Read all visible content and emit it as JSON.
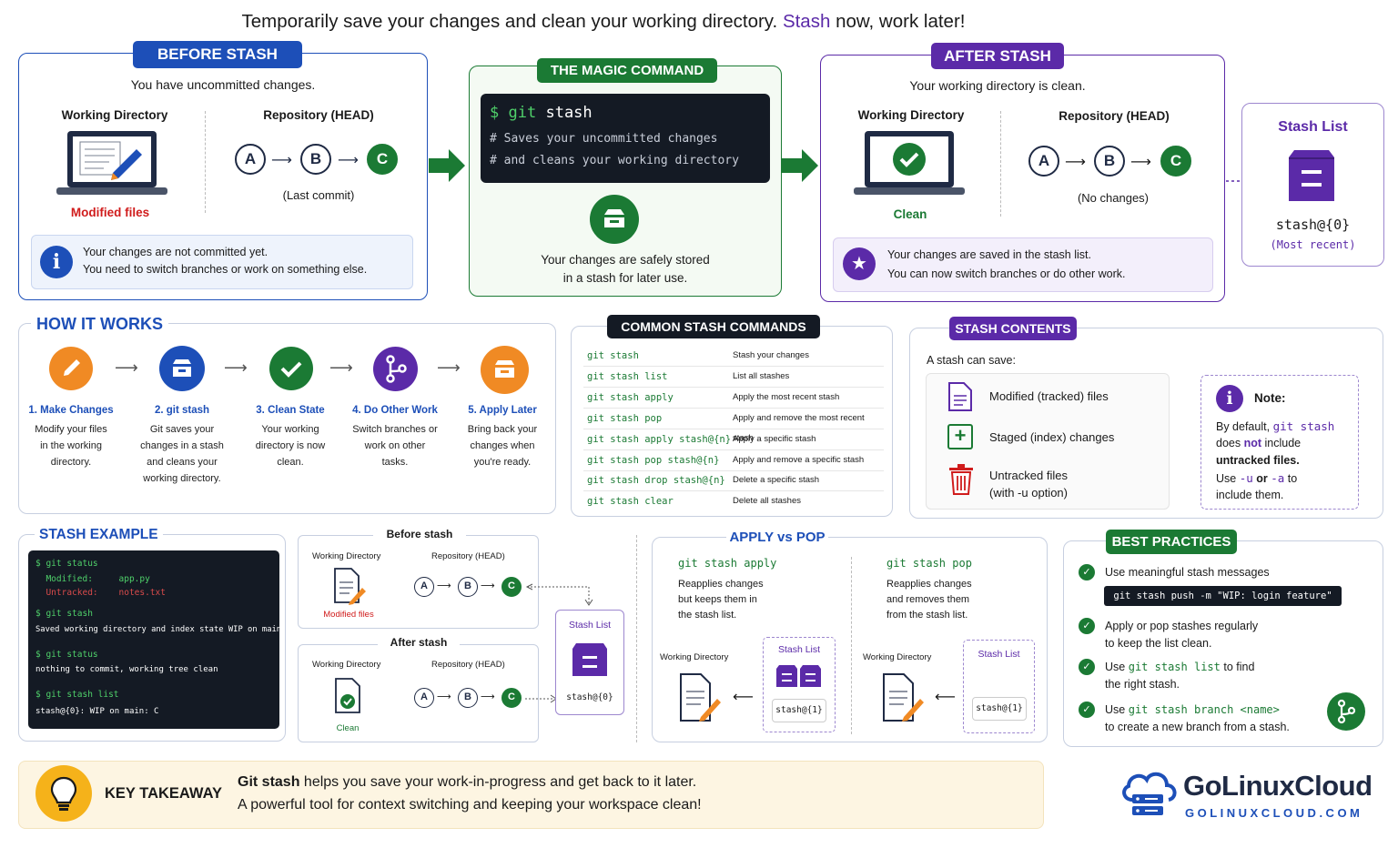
{
  "title": {
    "part1": "Temporarily save your changes and clean your working directory.",
    "accent": "Stash",
    "part2": "now, work later!"
  },
  "before": {
    "pill": "BEFORE STASH",
    "subtitle": "You have uncommitted changes.",
    "wd": "Working Directory",
    "repo": "Repository (HEAD)",
    "modified": "Modified files",
    "last_commit": "(Last commit)",
    "info1": "Your changes are not committed yet.",
    "info2": "You need to switch branches or work on something else."
  },
  "nodes": {
    "a": "A",
    "b": "B",
    "c": "C"
  },
  "magic": {
    "pill": "THE MAGIC COMMAND",
    "prompt": "$",
    "cmd_git": "git",
    "cmd_stash": "stash",
    "c1": "# Saves your uncommitted changes",
    "c2": "# and cleans your working directory",
    "text1": "Your changes are safely stored",
    "text2": "in a stash for later use."
  },
  "after": {
    "pill": "AFTER STASH",
    "subtitle": "Your working directory is clean.",
    "wd": "Working Directory",
    "repo": "Repository (HEAD)",
    "clean": "Clean",
    "nochanges": "(No changes)",
    "info1": "Your changes are saved in the stash list.",
    "info2": "You can now switch branches or do other work."
  },
  "stashlist": {
    "title": "Stash List",
    "ref": "stash@{0}",
    "note": "(Most recent)"
  },
  "how": {
    "title": "HOW IT WORKS",
    "steps": [
      {
        "t": "1. Make Changes",
        "d": "Modify your files in the working directory."
      },
      {
        "t": "2. git stash",
        "d": "Git saves your changes in a stash and cleans your working directory."
      },
      {
        "t": "3. Clean State",
        "d": "Your working directory is now clean."
      },
      {
        "t": "4. Do Other Work",
        "d": "Switch branches or work on other tasks."
      },
      {
        "t": "5. Apply Later",
        "d": "Bring back your changes when you're ready."
      }
    ]
  },
  "common": {
    "pill": "COMMON STASH COMMANDS",
    "rows": [
      {
        "k": "git stash",
        "v": "Stash your changes"
      },
      {
        "k": "git stash list",
        "v": "List all stashes"
      },
      {
        "k": "git stash apply",
        "v": "Apply the most recent stash"
      },
      {
        "k": "git stash pop",
        "v": "Apply and remove the most recent stash"
      },
      {
        "k": "git stash apply stash@{n}",
        "v": "Apply a specific stash"
      },
      {
        "k": "git stash pop stash@{n}",
        "v": "Apply and remove a specific stash"
      },
      {
        "k": "git stash drop stash@{n}",
        "v": "Delete a specific stash"
      },
      {
        "k": "git stash clear",
        "v": "Delete all stashes"
      }
    ]
  },
  "contents": {
    "pill": "STASH CONTENTS",
    "intro": "A stash can save:",
    "i1": "Modified (tracked) files",
    "i2": "Staged (index) changes",
    "i3a": "Untracked files",
    "i3b": "(with -u option)",
    "note_title": "Note:",
    "n1": "By default,",
    "n1b": "git stash",
    "n2a": "does",
    "n2b": "not",
    "n2c": "include",
    "n3": "untracked files.",
    "n4a": "Use",
    "n4b": "-u",
    "n4c": "or",
    "n4d": "-a",
    "n4e": "to",
    "n5": "include them."
  },
  "example": {
    "title": "STASH EXAMPLE",
    "lines": [
      {
        "p": "$ git status",
        "o": ""
      },
      {
        "p": "",
        "o": "  Modified:     app.py"
      },
      {
        "p": "",
        "o": "  Untracked:    notes.txt"
      },
      {
        "p": "$ git stash",
        "o": ""
      },
      {
        "p": "",
        "o": "Saved working directory and index state WIP on main: C"
      },
      {
        "p": "$ git status",
        "o": ""
      },
      {
        "p": "",
        "o": "nothing to commit, working tree clean"
      },
      {
        "p": "$ git stash list",
        "o": ""
      },
      {
        "p": "",
        "o": "stash@{0}: WIP on main: C"
      }
    ],
    "before_label": "Before stash",
    "after_label": "After stash",
    "wd": "Working Directory",
    "repo": "Repository (HEAD)",
    "modified": "Modified files",
    "clean": "Clean",
    "stash_list": "Stash List",
    "ref": "stash@{0}"
  },
  "applypop": {
    "title": "APPLY vs POP",
    "apply_cmd": "git stash apply",
    "apply_d1": "Reapplies changes",
    "apply_d2": "but keeps them in",
    "apply_d3": "the stash list.",
    "pop_cmd": "git stash pop",
    "pop_d1": "Reapplies changes",
    "pop_d2": "and removes them",
    "pop_d3": "from the stash list.",
    "wd": "Working Directory",
    "stash_list": "Stash List",
    "ref": "stash@{1}"
  },
  "best": {
    "pill": "BEST PRACTICES",
    "b1": "Use meaningful stash messages",
    "b1cmd": "git stash push -m \"WIP: login feature\"",
    "b2a": "Apply or pop stashes regularly",
    "b2b": "to keep the list clean.",
    "b3a": "Use",
    "b3cmd": "git stash list",
    "b3b": "to find",
    "b3c": "the right stash.",
    "b4a": "Use",
    "b4cmd": "git stash branch <name>",
    "b4c": "to create a new branch from a stash."
  },
  "takeaway": {
    "label": "KEY TAKEAWAY",
    "bold": "Git stash",
    "t1": "helps you save your work-in-progress and get back to it later.",
    "t2": "A powerful tool for context switching and keeping your workspace clean!"
  },
  "brand": {
    "name": "GoLinuxCloud",
    "url": "GOLINUXCLOUD.COM"
  },
  "colors": {
    "blue": "#1d4fb8",
    "green": "#1b7a34",
    "purple": "#5b2aa8",
    "orange": "#f08a24"
  }
}
